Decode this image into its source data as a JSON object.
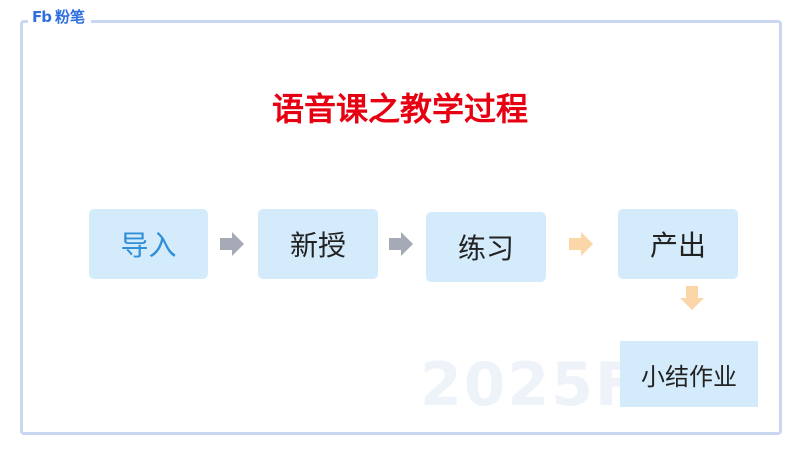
{
  "logo": {
    "mark": "Fb",
    "text": "粉笔"
  },
  "title": "语音课之教学过程",
  "watermark": "2025F",
  "steps": [
    "导入",
    "新授",
    "练习",
    "产出",
    "小结作业"
  ],
  "colors": {
    "title": "#e60012",
    "step_fill": "#d4ebfb",
    "arrow_gray": "#a6a9b6",
    "arrow_orange": "#fbd6a8",
    "frame": "#c9d7f3",
    "brand": "#2f6fe0"
  },
  "icons": [
    "gray-right-arrow-icon",
    "gray-right-arrow-icon",
    "orange-right-arrow-icon",
    "orange-down-arrow-icon"
  ]
}
